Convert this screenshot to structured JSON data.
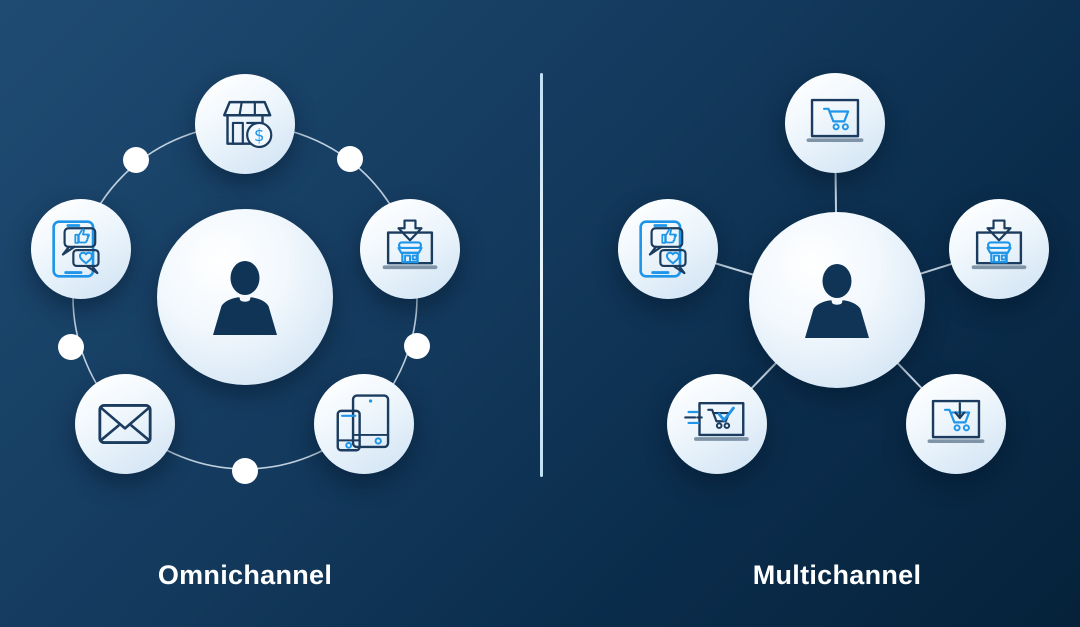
{
  "colors": {
    "background_top_left": "#1f4b73",
    "background_bottom_right": "#06223a",
    "circle_fill_light": "#ffffff",
    "circle_fill_shade": "#cfe2f3",
    "icon_dark": "#1b3c5f",
    "icon_accent_blue": "#1e95e8",
    "connector_line": "#dceaf6",
    "label_text": "#ffffff"
  },
  "left_diagram": {
    "label": "Omnichannel",
    "layout": "ring-around-customer",
    "center_icon": "person-customer",
    "store_dollar_symbol": "$",
    "icons": [
      {
        "name": "store-with-dollar",
        "position": "top"
      },
      {
        "name": "laptop-store-download",
        "position": "right"
      },
      {
        "name": "phone-and-tablet-devices",
        "position": "bottom-right"
      },
      {
        "name": "email-envelope",
        "position": "bottom-left"
      },
      {
        "name": "tablet-social-like-heart",
        "position": "left"
      }
    ],
    "ring_dots_count": 5
  },
  "right_diagram": {
    "label": "Multichannel",
    "layout": "hub-and-spokes",
    "center_icon": "person-customer",
    "icons": [
      {
        "name": "laptop-shopping-cart",
        "position": "top"
      },
      {
        "name": "laptop-store-download",
        "position": "right"
      },
      {
        "name": "laptop-cart-download",
        "position": "bottom-right"
      },
      {
        "name": "laptop-cart-express-check",
        "position": "bottom-left"
      },
      {
        "name": "tablet-social-like-heart",
        "position": "left"
      }
    ],
    "spokes_count": 5
  }
}
